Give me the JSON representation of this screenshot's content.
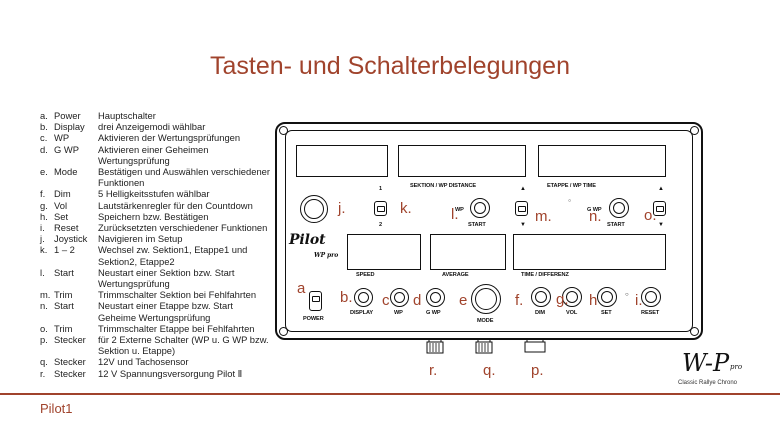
{
  "title": "Tasten- und Schalterbelegungen",
  "footer": "Pilot1",
  "legend": [
    {
      "key": "a.",
      "name": "Power",
      "desc": "Hauptschalter"
    },
    {
      "key": "b.",
      "name": "Display",
      "desc": "drei Anzeigemodi wählbar"
    },
    {
      "key": "c.",
      "name": "WP",
      "desc": "Aktivieren der Wertungsprüfungen"
    },
    {
      "key": "d.",
      "name": "G WP",
      "desc": "Aktivieren einer Geheimen"
    },
    {
      "key": "",
      "name": "",
      "desc": "Wertungsprüfung"
    },
    {
      "key": "e.",
      "name": "Mode",
      "desc": "Bestätigen und Auswählen verschiedener"
    },
    {
      "key": "",
      "name": "",
      "desc": "Funktionen"
    },
    {
      "key": "f.",
      "name": "Dim",
      "desc": "5 Helligkeitsstufen wählbar"
    },
    {
      "key": "g.",
      "name": "Vol",
      "desc": "Lautstärkenregler für den Countdown"
    },
    {
      "key": "h.",
      "name": "Set",
      "desc": "Speichern bzw. Bestätigen"
    },
    {
      "key": "i.",
      "name": "Reset",
      "desc": "Zurücksetzten verschiedener Funktionen"
    },
    {
      "key": "j.",
      "name": "Joystick",
      "desc": "Navigieren im Setup"
    },
    {
      "key": "k.",
      "name": "1 – 2",
      "desc": "Wechsel zw. Sektion1, Etappe1 und"
    },
    {
      "key": "",
      "name": "",
      "desc": "Sektion2, Etappe2"
    },
    {
      "key": "l.",
      "name": "Start",
      "desc": "Neustart einer Sektion bzw. Start"
    },
    {
      "key": "",
      "name": "",
      "desc": "Wertungsprüfung"
    },
    {
      "key": "m.",
      "name": "Trim",
      "desc": "Trimmschalter Sektion bei Fehlfahrten"
    },
    {
      "key": "n.",
      "name": "Start",
      "desc": "Neustart einer Etappe bzw. Start"
    },
    {
      "key": "",
      "name": "",
      "desc": "Geheime Wertungsprüfung"
    },
    {
      "key": "o.",
      "name": "Trim",
      "desc": "Trimmschalter Etappe bei Fehlfahrten"
    },
    {
      "key": "p.",
      "name": "Stecker",
      "desc": "für 2 Externe Schalter (WP u. G WP bzw."
    },
    {
      "key": "",
      "name": "",
      "desc": "Sektion u. Etappe)"
    },
    {
      "key": "q.",
      "name": "Stecker",
      "desc": "12V und Tachosensor"
    },
    {
      "key": "r.",
      "name": "Stecker",
      "desc": "12 V Spannungsversorgung Pilot Ⅱ"
    }
  ],
  "panel": {
    "label_sektion_wp": "SEKTION / WP DISTANCE",
    "label_etappe_wp": "ETAPPE / WP TIME",
    "label_speed": "SPEED",
    "label_average": "AVERAGE",
    "label_time": "TIME / DIFFERENZ",
    "label_one": "1",
    "label_two": "2",
    "label_wp_start": "WP",
    "label_start": "START",
    "label_gwp_start": "G WP",
    "label_start2": "START",
    "label_power": "POWER",
    "label_display": "DISPLAY",
    "label_wp": "WP",
    "label_gwp": "G WP",
    "label_mode": "MODE",
    "label_dim": "DIM",
    "label_vol": "VOL",
    "label_set": "SET",
    "label_reset": "RESET",
    "brand": "Pilot",
    "brand_sub": "WP pro"
  },
  "callouts": {
    "a": "a",
    "b": "b.",
    "c": "c",
    "d": "d",
    "e": "e",
    "f": "f.",
    "g": "g.",
    "h": "h",
    "i": "i.",
    "j": "j.",
    "k": "k.",
    "l": "l.",
    "m": "m.",
    "n": "n.",
    "o": "o.",
    "p": "p.",
    "q": "q.",
    "r": "r."
  },
  "logo": {
    "mark": "W-P",
    "sub_mark": "pro",
    "tagline": "Classic Rallye Chrono"
  },
  "colors": {
    "accent": "#a0432c",
    "ink": "#111111"
  }
}
